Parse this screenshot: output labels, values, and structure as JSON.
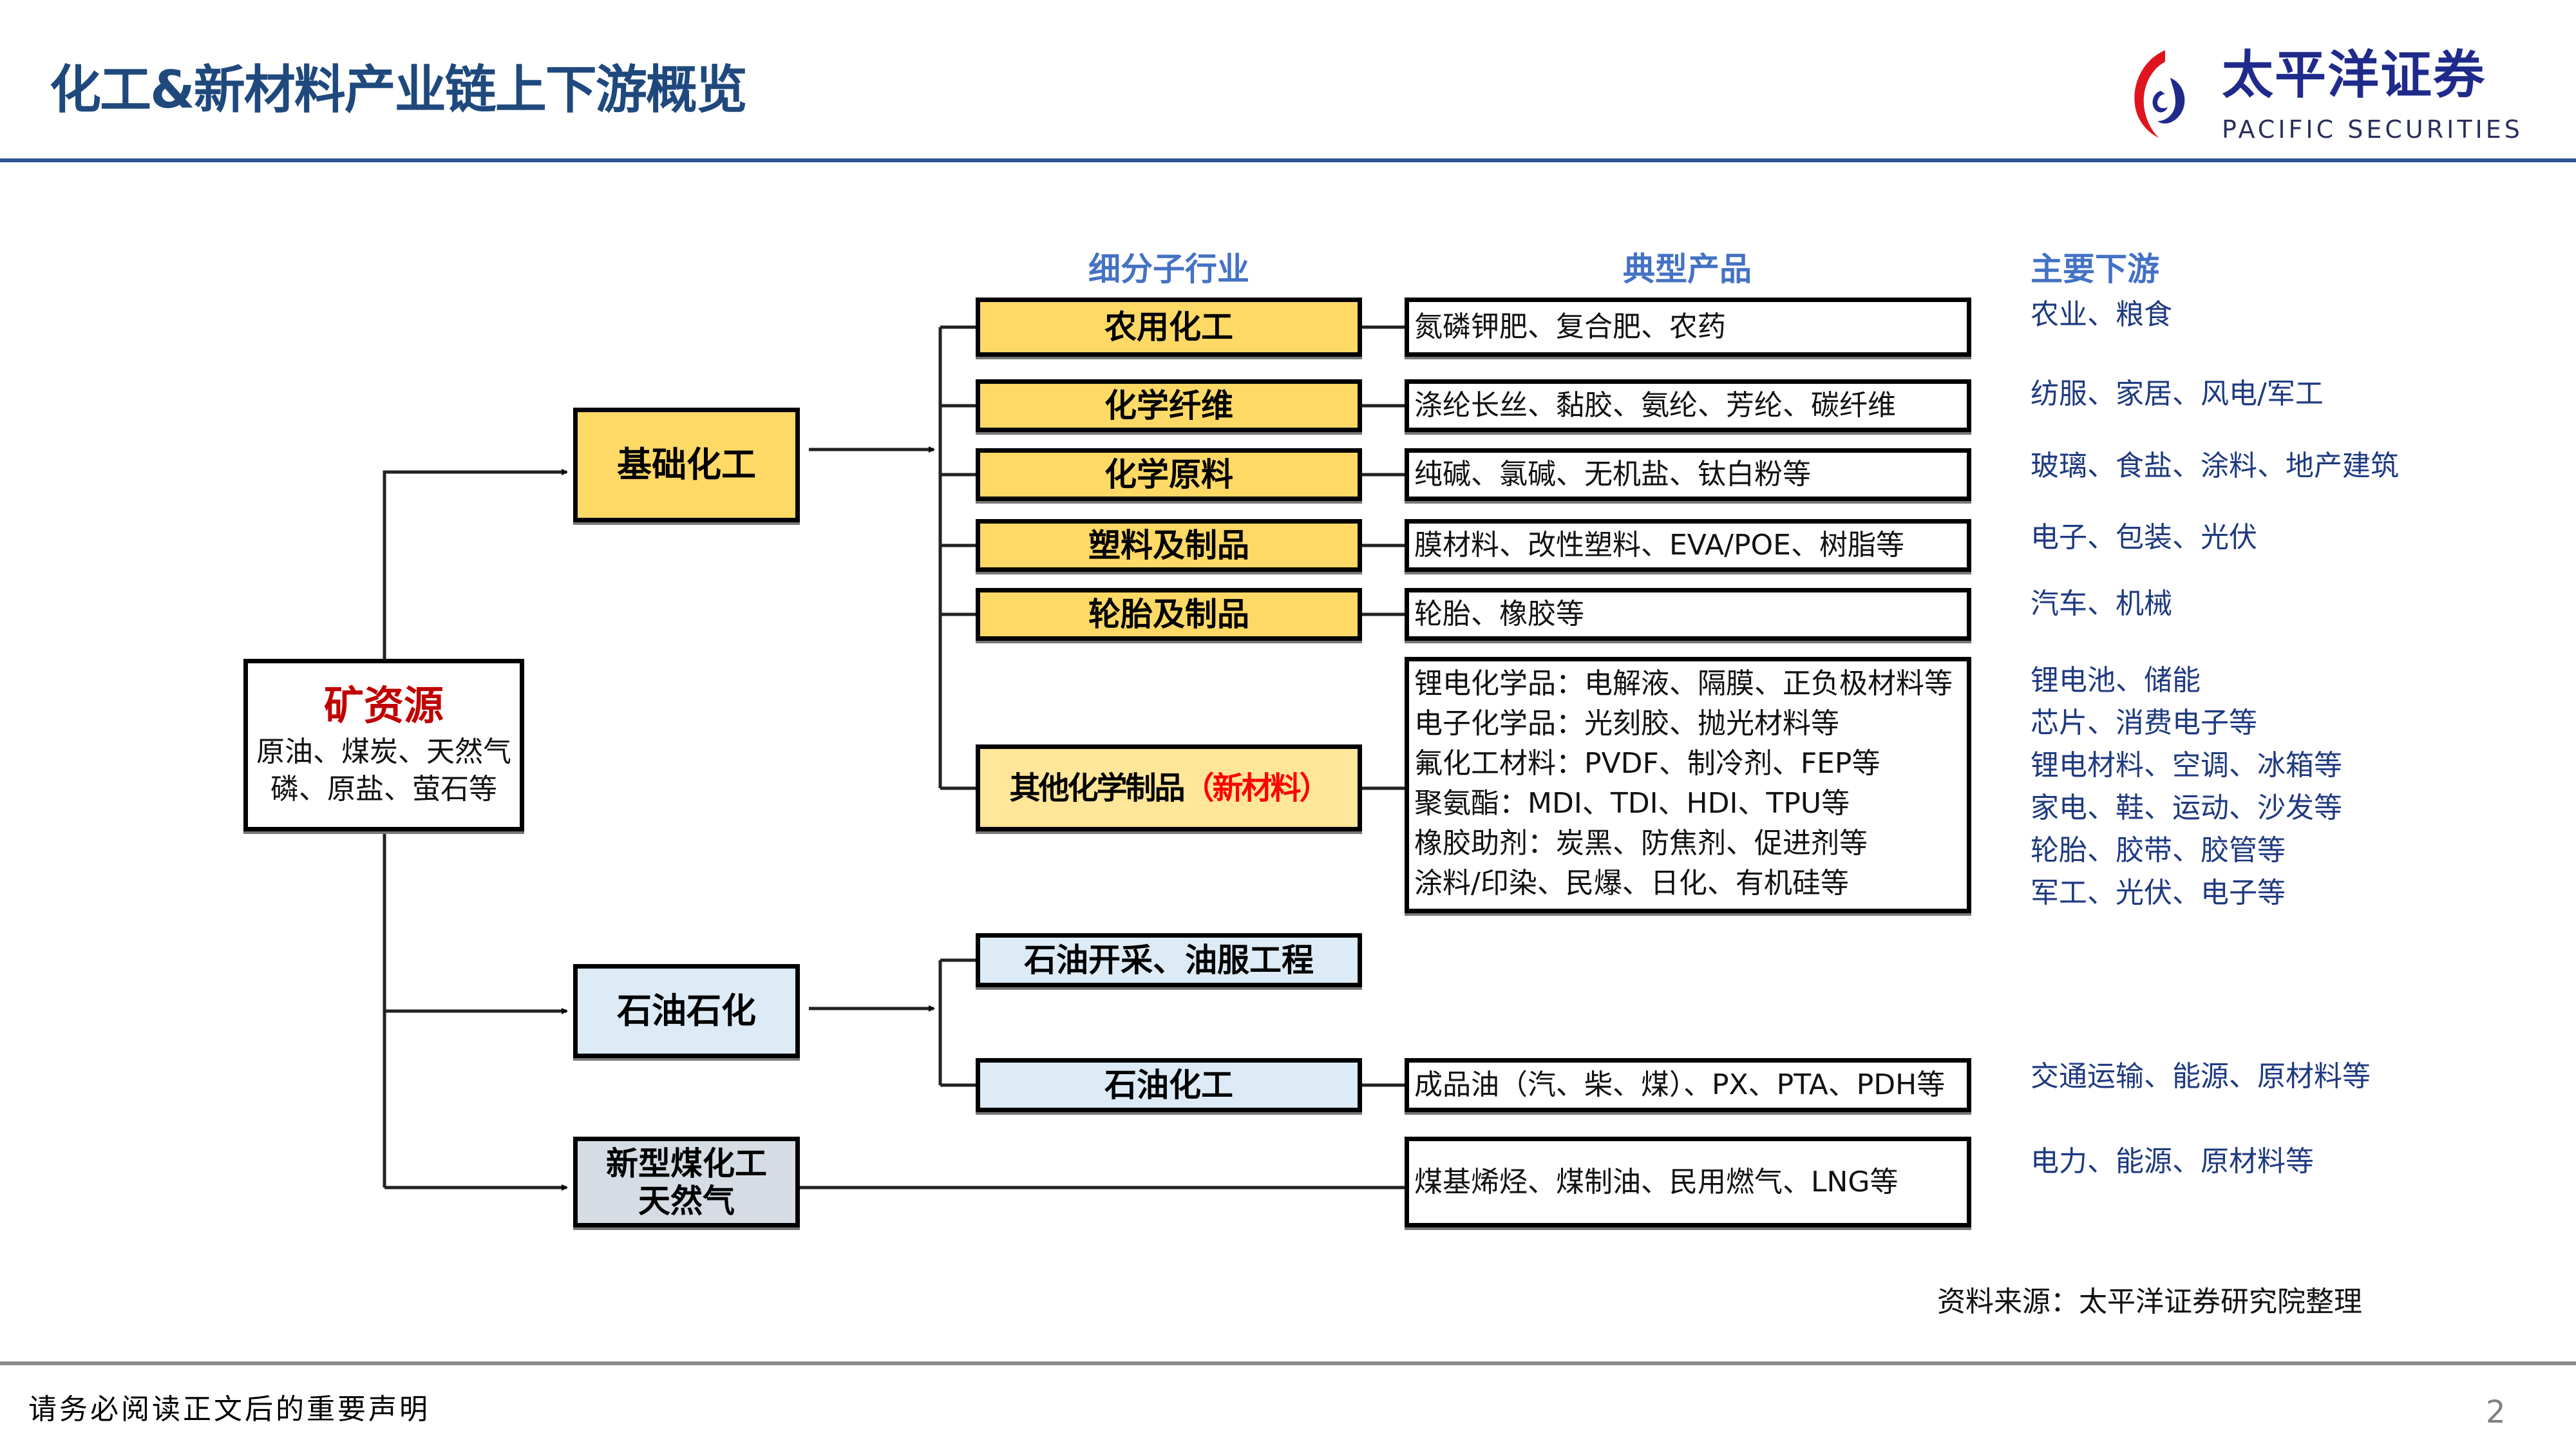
{
  "header": {
    "title": "化工&新材料产业链上下游概览",
    "logo_cn": "太平洋证券",
    "logo_en": "PACIFIC SECURITIES"
  },
  "columns": {
    "sub_industry": "细分子行业",
    "typical_products": "典型产品",
    "downstream": "主要下游"
  },
  "source_node": {
    "title": "矿资源",
    "line1": "原油、煤炭、天然气",
    "line2": "磷、原盐、萤石等"
  },
  "sectors": [
    {
      "label": "基础化工"
    },
    {
      "label": "石油石化"
    },
    {
      "label_line1": "新型煤化工",
      "label_line2": "天然气"
    }
  ],
  "sub_industries": [
    {
      "label": "农用化工",
      "products": "氮磷钾肥、复合肥、农药",
      "downstream": "农业、粮食"
    },
    {
      "label": "化学纤维",
      "products": "涤纶长丝、黏胶、氨纶、芳纶、碳纤维",
      "downstream": "纺服、家居、风电/军工"
    },
    {
      "label": "化学原料",
      "products": "纯碱、氯碱、无机盐、钛白粉等",
      "downstream": "玻璃、食盐、涂料、地产建筑"
    },
    {
      "label": "塑料及制品",
      "products": "膜材料、改性塑料、EVA/POE、树脂等",
      "downstream": "电子、包装、光伏"
    },
    {
      "label": "轮胎及制品",
      "products": "轮胎、橡胶等",
      "downstream": "汽车、机械"
    },
    {
      "label": "其他化学制品",
      "label_highlight": "（新材料）",
      "products_lines": [
        "锂电化学品：电解液、隔膜、正负极材料等",
        "电子化学品：光刻胶、抛光材料等",
        "氟化工材料：PVDF、制冷剂、FEP等",
        "聚氨酯：MDI、TDI、HDI、TPU等",
        "橡胶助剂：炭黑、防焦剂、促进剂等",
        "涂料/印染、民爆、日化、有机硅等"
      ],
      "downstream_lines": [
        "锂电池、储能",
        "芯片、消费电子等",
        "锂电材料、空调、冰箱等",
        "家电、鞋、运动、沙发等",
        "轮胎、胶带、胶管等",
        "军工、光伏、电子等"
      ]
    },
    {
      "label": "石油开采、油服工程"
    },
    {
      "label": "石油化工",
      "products": "成品油（汽、柴、煤）、PX、PTA、PDH等",
      "downstream": "交通运输、能源、原材料等"
    }
  ],
  "coal_chain": {
    "products": "煤基烯烃、煤制油、民用燃气、LNG等",
    "downstream": "电力、能源、原材料等"
  },
  "footer": {
    "source": "资料来源：太平洋证券研究院整理",
    "disclaimer": "请务必阅读正文后的重要声明",
    "page": "2"
  },
  "colors": {
    "title": "#1F497D",
    "column_header": "#4472C4",
    "basic_chem_fill": "#FFD966",
    "petro_fill": "#DDEBF7",
    "coal_fill": "#D6DCE4",
    "highlight_red": "#FF0000",
    "source_title_red": "#C00000",
    "downstream_text": "#1F3A80"
  }
}
